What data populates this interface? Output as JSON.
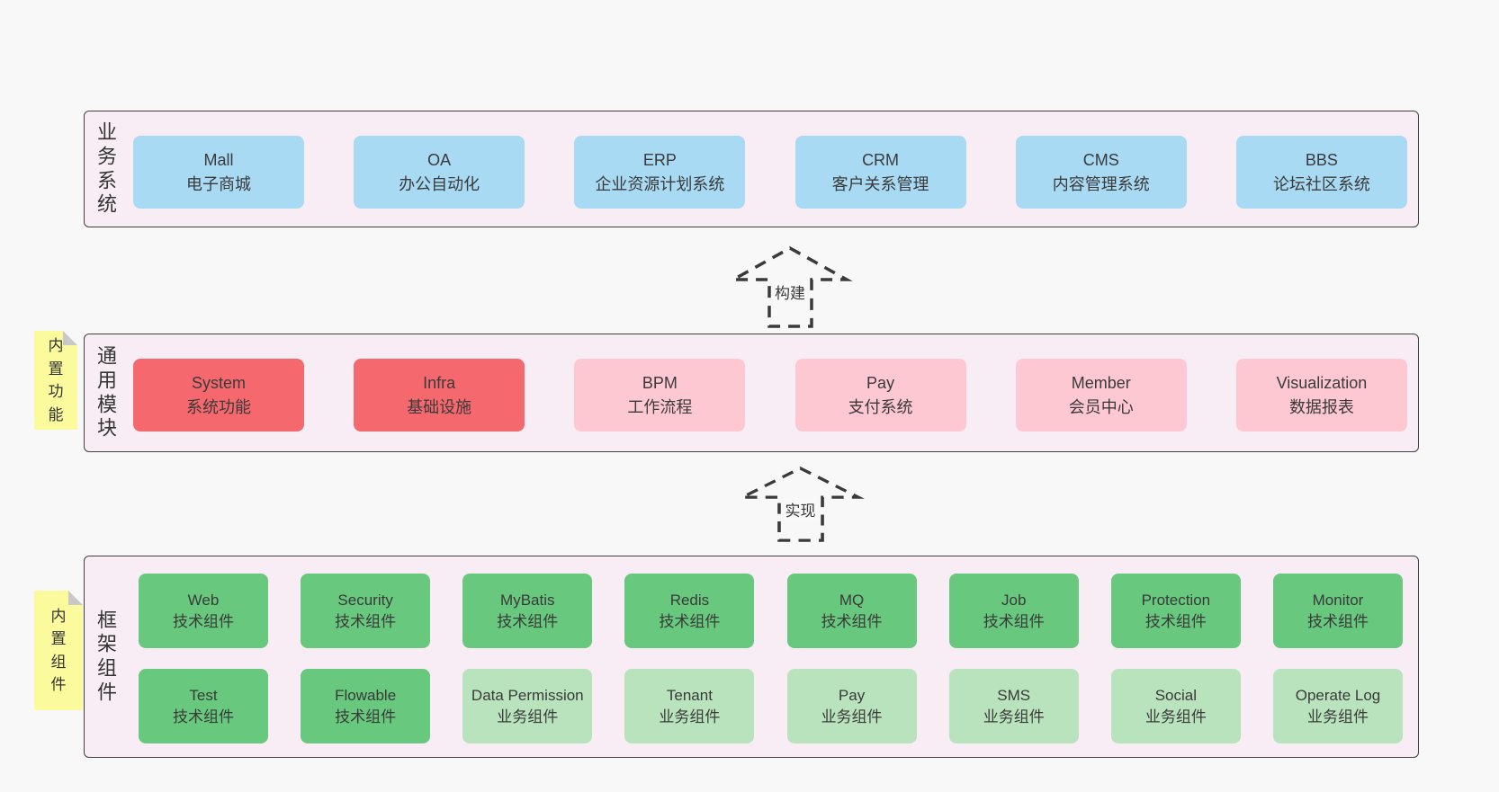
{
  "page": {
    "background": "#f8f8f8"
  },
  "colors": {
    "panel_bg": "#f8edf5",
    "panel_border": "#3f3f3f",
    "blue_module": "#a9daf4",
    "red_module": "#f5696e",
    "pink_module": "#fec8d2",
    "green_module": "#68c87d",
    "light_green_module": "#b9e3bd",
    "sticky_yellow": "#fbfb9e",
    "sticky_fold": "#c8c8c8",
    "text": "#3a3a3a"
  },
  "arrows": [
    {
      "label": "构建"
    },
    {
      "label": "实现"
    }
  ],
  "stickies": [
    {
      "label": "内置功能"
    },
    {
      "label": "内置组件"
    }
  ],
  "layers": [
    {
      "label": "业务系统",
      "modules": [
        {
          "name": "Mall",
          "desc": "电子商城"
        },
        {
          "name": "OA",
          "desc": "办公自动化"
        },
        {
          "name": "ERP",
          "desc": "企业资源计划系统"
        },
        {
          "name": "CRM",
          "desc": "客户关系管理"
        },
        {
          "name": "CMS",
          "desc": "内容管理系统"
        },
        {
          "name": "BBS",
          "desc": "论坛社区系统"
        }
      ]
    },
    {
      "label": "通用模块",
      "modules": [
        {
          "name": "System",
          "desc": "系统功能"
        },
        {
          "name": "Infra",
          "desc": "基础设施"
        },
        {
          "name": "BPM",
          "desc": "工作流程"
        },
        {
          "name": "Pay",
          "desc": "支付系统"
        },
        {
          "name": "Member",
          "desc": "会员中心"
        },
        {
          "name": "Visualization",
          "desc": "数据报表"
        }
      ]
    },
    {
      "label": "框架组件",
      "rows": [
        [
          {
            "name": "Web",
            "desc": "技术组件"
          },
          {
            "name": "Security",
            "desc": "技术组件"
          },
          {
            "name": "MyBatis",
            "desc": "技术组件"
          },
          {
            "name": "Redis",
            "desc": "技术组件"
          },
          {
            "name": "MQ",
            "desc": "技术组件"
          },
          {
            "name": "Job",
            "desc": "技术组件"
          },
          {
            "name": "Protection",
            "desc": "技术组件"
          },
          {
            "name": "Monitor",
            "desc": "技术组件"
          }
        ],
        [
          {
            "name": "Test",
            "desc": "技术组件"
          },
          {
            "name": "Flowable",
            "desc": "技术组件"
          },
          {
            "name": "Data Permission",
            "desc": "业务组件"
          },
          {
            "name": "Tenant",
            "desc": "业务组件"
          },
          {
            "name": "Pay",
            "desc": "业务组件"
          },
          {
            "name": "SMS",
            "desc": "业务组件"
          },
          {
            "name": "Social",
            "desc": "业务组件"
          },
          {
            "name": "Operate Log",
            "desc": "业务组件"
          }
        ]
      ]
    }
  ]
}
